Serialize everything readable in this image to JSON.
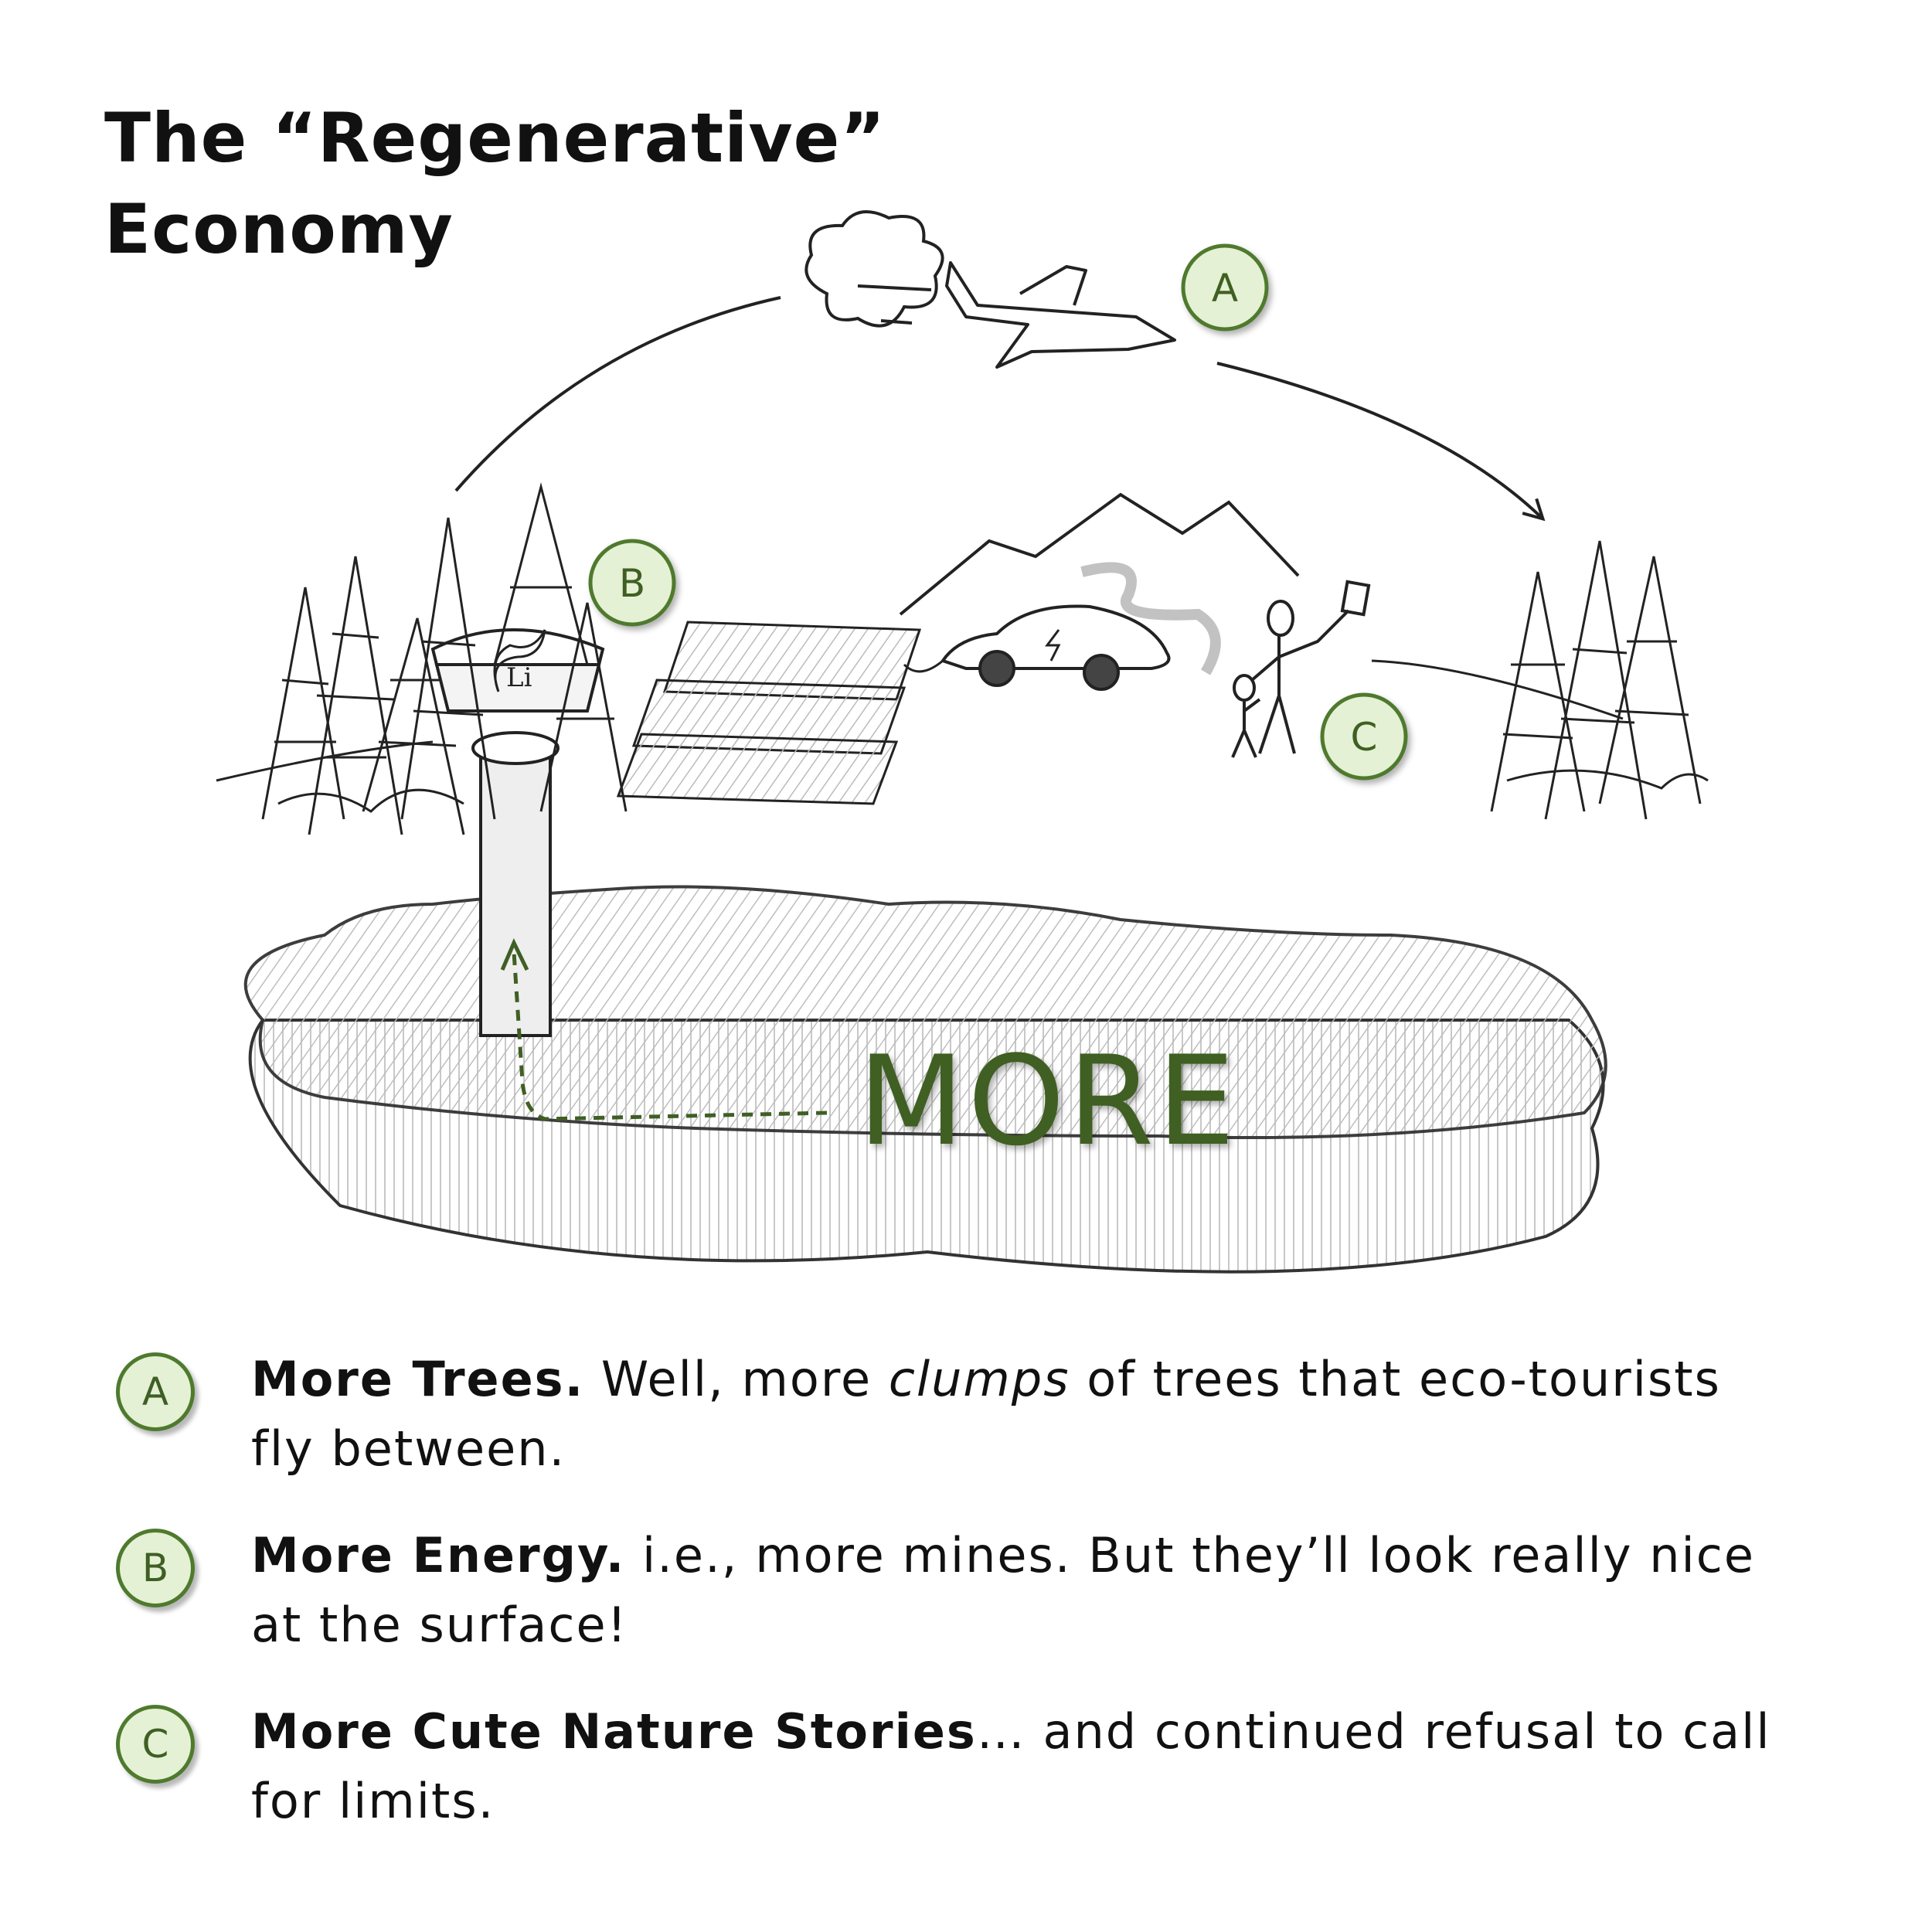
{
  "title": {
    "line1": "The “Regenerative”",
    "line2": "Economy"
  },
  "scene": {
    "more_label": "MORE",
    "mine_label": "Li",
    "accent_color": "#3f5f24",
    "badge_fill": "#e4f1d4"
  },
  "markers": {
    "a": "A",
    "b": "B",
    "c": "C"
  },
  "legend": [
    {
      "badge": "A",
      "heading": "More Trees.",
      "pre": " Well, more ",
      "emph": "clumps",
      "post": " of trees that eco-tourists fly between."
    },
    {
      "badge": "B",
      "heading": "More Energy.",
      "pre": " i.e., more mines. But they’ll look really nice at the surface!",
      "emph": "",
      "post": ""
    },
    {
      "badge": "C",
      "heading": "More Cute Nature Stories",
      "pre": "… and continued refusal to call for limits.",
      "emph": "",
      "post": ""
    }
  ]
}
